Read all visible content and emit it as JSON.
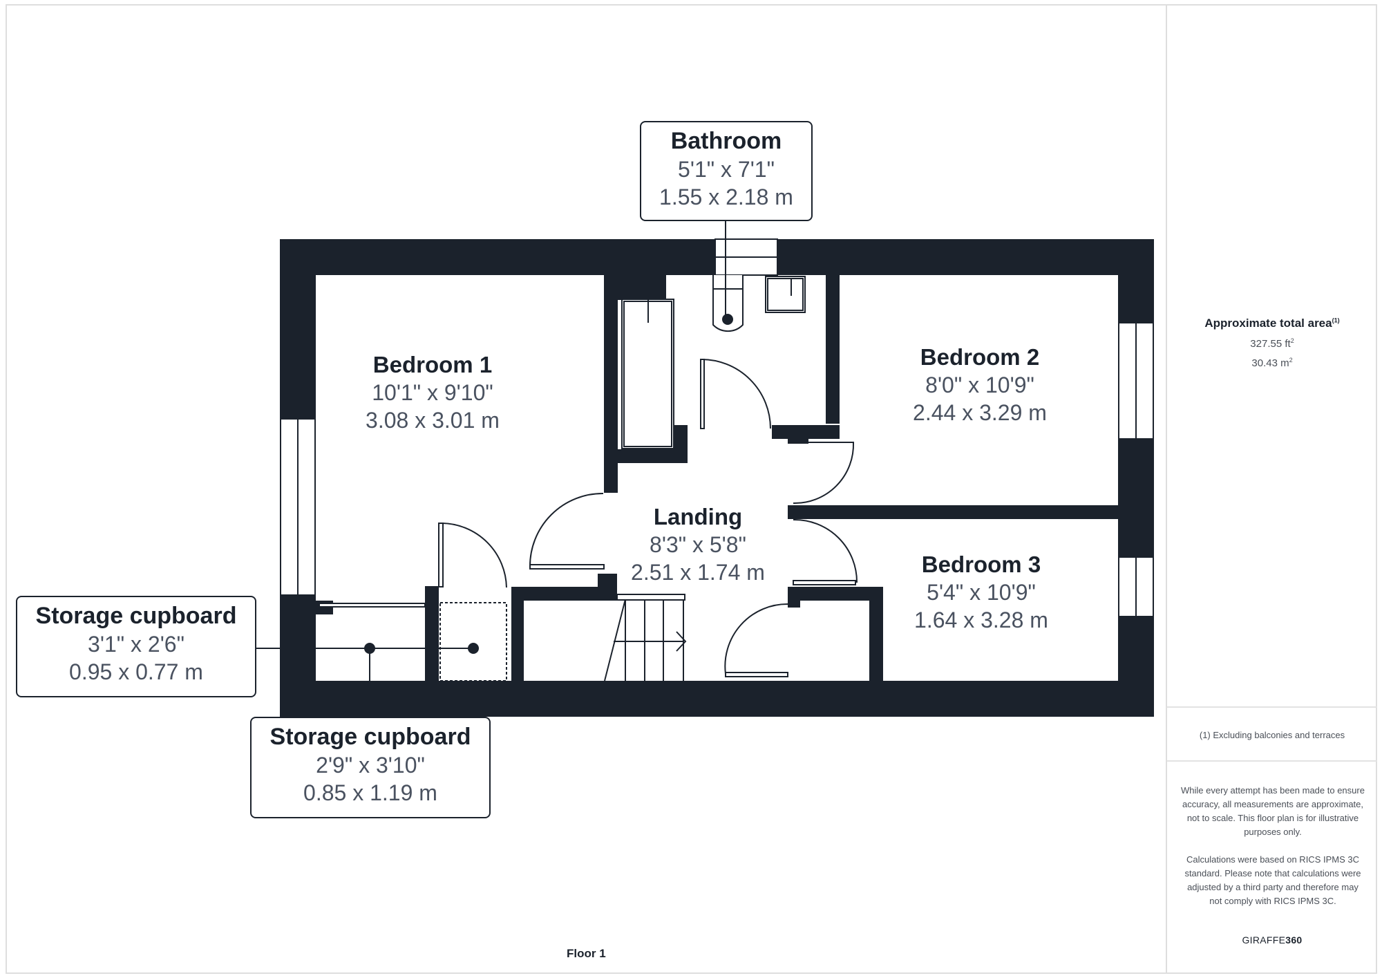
{
  "floor": {
    "label": "Floor 1"
  },
  "rooms": {
    "bedroom1": {
      "name": "Bedroom 1",
      "imperial": "10'1\" x 9'10\"",
      "metric": "3.08 x 3.01 m"
    },
    "bedroom2": {
      "name": "Bedroom 2",
      "imperial": "8'0\" x 10'9\"",
      "metric": "2.44 x 3.29 m"
    },
    "bedroom3": {
      "name": "Bedroom 3",
      "imperial": "5'4\" x 10'9\"",
      "metric": "1.64 x 3.28 m"
    },
    "landing": {
      "name": "Landing",
      "imperial": "8'3\" x 5'8\"",
      "metric": "2.51 x 1.74 m"
    },
    "bathroom": {
      "name": "Bathroom",
      "imperial": "5'1\" x 7'1\"",
      "metric": "1.55 x 2.18 m"
    },
    "storage1": {
      "name": "Storage cupboard",
      "imperial": "3'1\" x 2'6\"",
      "metric": "0.95 x 0.77 m"
    },
    "storage2": {
      "name": "Storage cupboard",
      "imperial": "2'9\" x 3'10\"",
      "metric": "0.85 x 1.19 m"
    }
  },
  "sidebar": {
    "area_title": "Approximate total area",
    "area_note_marker": "(1)",
    "area_ft": "327.55 ft",
    "area_m": "30.43 m",
    "sq_marker": "2",
    "footnote": "(1) Excluding balconies and terraces",
    "disclaimer_1": "While every attempt has been made to ensure accuracy, all measurements are approximate, not to scale. This floor plan is for illustrative purposes only.",
    "disclaimer_2": "Calculations were based on RICS IPMS 3C standard. Please note that calculations were adjusted by a third party and therefore may not comply with RICS IPMS 3C.",
    "brand_light": "GIRAFFE",
    "brand_bold": "360"
  },
  "colors": {
    "wall": "#1b222c",
    "text_dim": "#4a5260",
    "frame": "#dedede"
  }
}
